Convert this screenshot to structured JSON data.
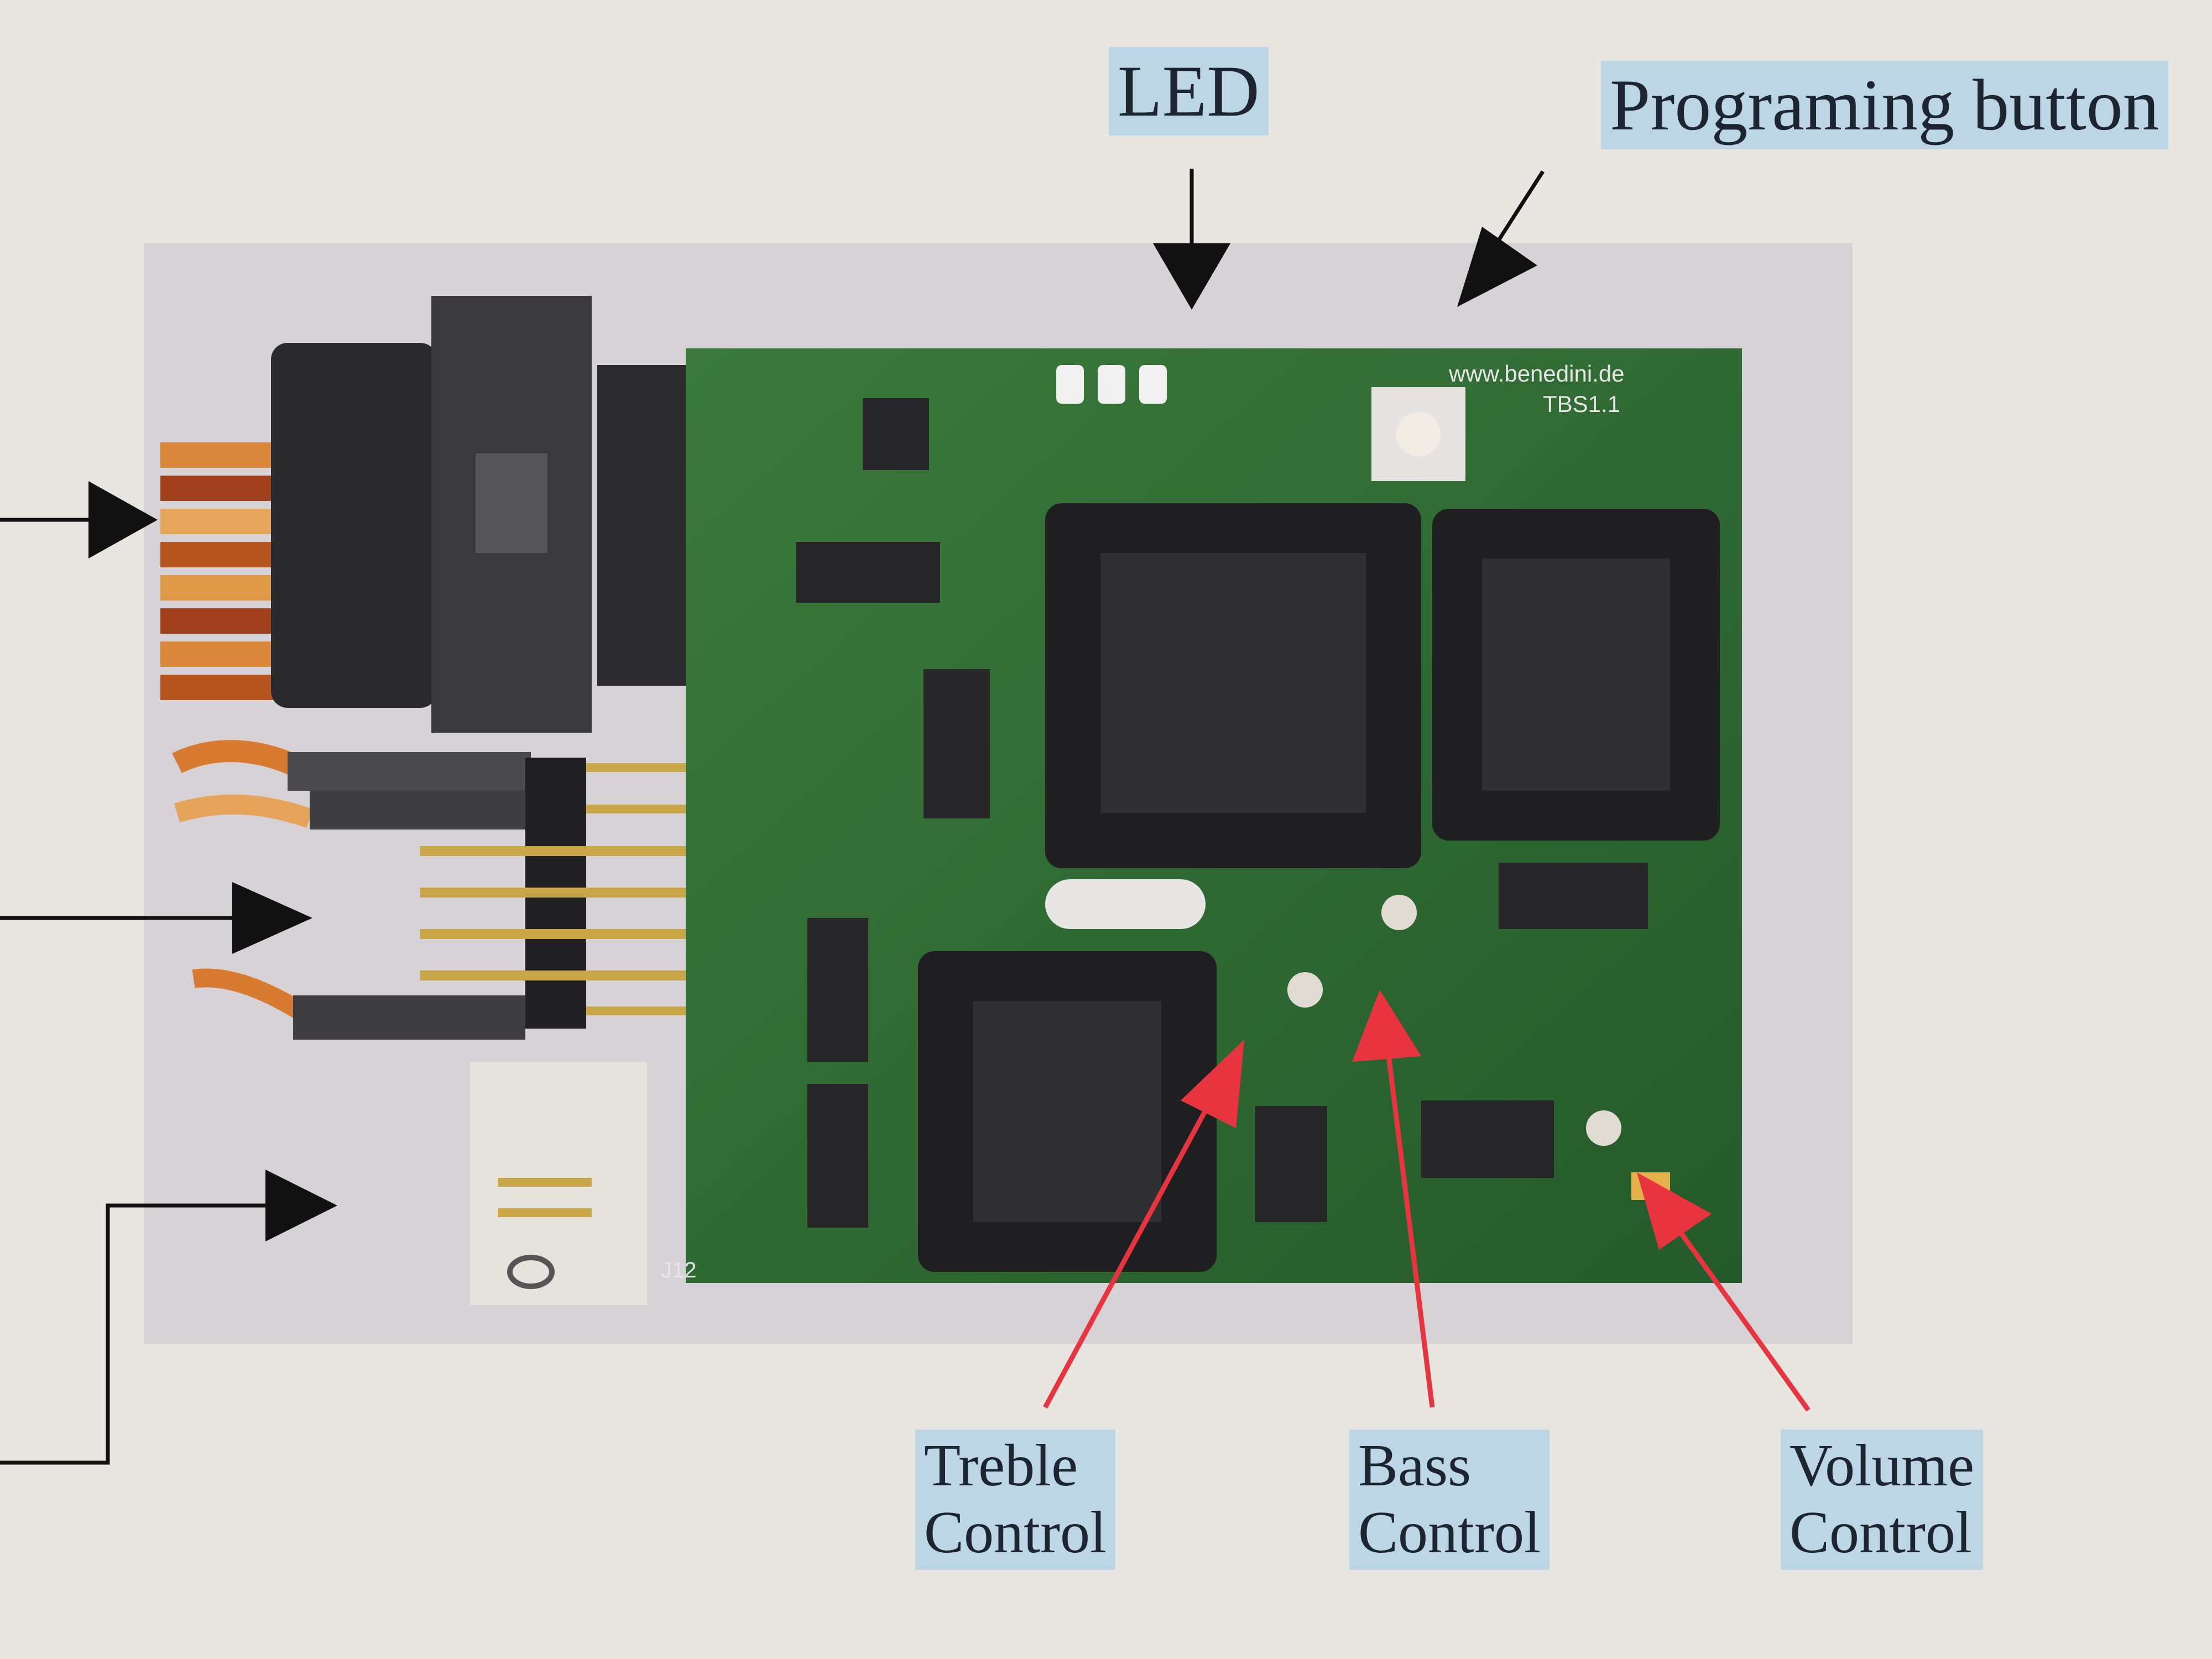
{
  "labels": {
    "led": "LED",
    "programming_button": "Programing button",
    "treble": [
      "Treble",
      "Control"
    ],
    "bass": [
      "Bass",
      "Control"
    ],
    "volume": [
      "Volume",
      "Control"
    ]
  },
  "board_markings": {
    "website": "www.benedini.de",
    "version": "TBS1.1",
    "silkscreen_j12": "J12"
  },
  "colors": {
    "background": "#e9e6e1",
    "pcb_green": "#2f6b33",
    "label_highlight": "#bcd6e6",
    "black_arrow": "#111111",
    "red_arrow": "#e8343f"
  }
}
